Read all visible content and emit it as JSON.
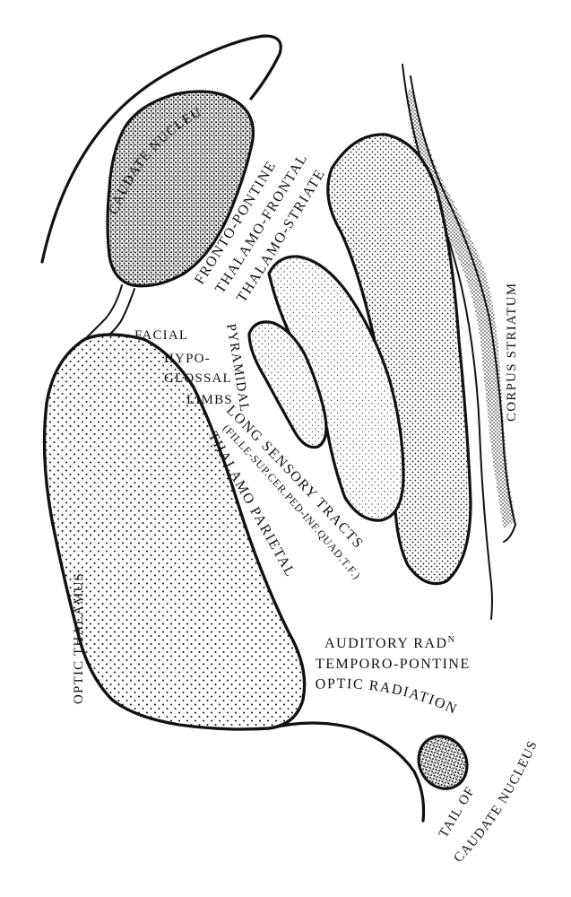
{
  "labels": {
    "caudate_nucleus": "CAUDATE NUCLEUS",
    "fronto_pontine": "FRONTO-PONTINE",
    "thalamo_frontal": "THALAMO-FRONTAL",
    "thalamo_striate": "THALAMO-STRIATE",
    "corpus_striatum": "CORPUS STRIATUM",
    "facial": "FACIAL",
    "hypo": "HYPO-",
    "glossal": "GLOSSAL",
    "limbs": "LIMBS",
    "pyramidal": "PYRAMIDAL",
    "long_sensory_tracts": "LONG SENSORY TRACTS",
    "sensory_detail": "(FILLE-SUP.CER.PED-INF.QUAD.T.F.)",
    "thalamo_parietal": "THALAMO PARIETAL",
    "optic_thalamus": "OPTIC THALAMUS",
    "auditory_radn": "AUDITORY RAD",
    "auditory_radn_sup": "N",
    "temporo_pontine": "TEMPORO-PONTINE",
    "optic_radiation": "OPTIC RADIATION",
    "tail_of": "TAIL OF",
    "caudate_nucleus_tail": "CAUDATE NUCLEUS"
  },
  "colors": {
    "ink": "#111111",
    "paper": "#ffffff"
  }
}
